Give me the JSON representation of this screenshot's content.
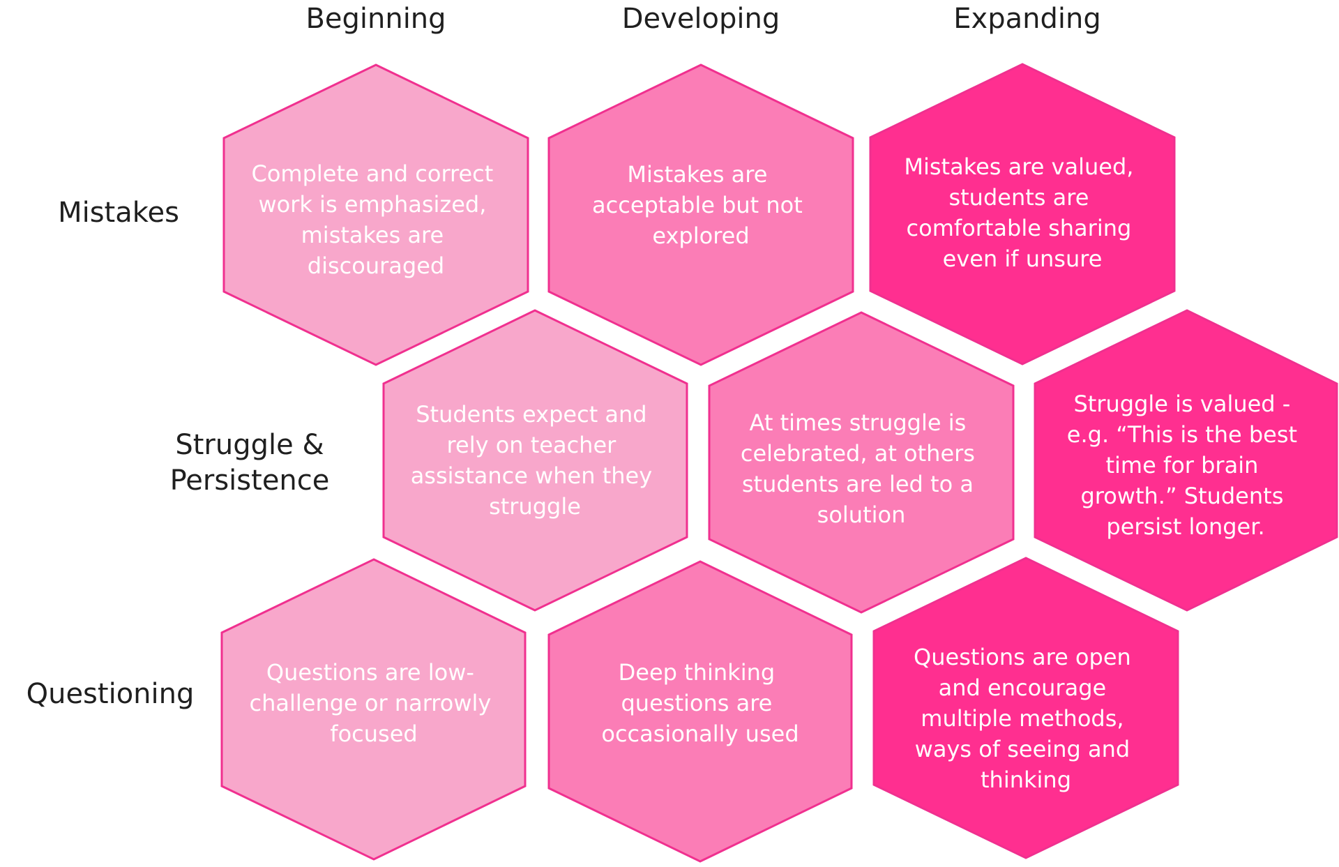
{
  "column_headers": [
    "Beginning",
    "Developing",
    "Expanding"
  ],
  "row_labels": [
    {
      "lines": [
        "Mistakes"
      ]
    },
    {
      "lines": [
        "Struggle &",
        "Persistence"
      ]
    },
    {
      "lines": [
        "Questioning"
      ]
    }
  ],
  "colors": {
    "beginning": "#f8a7cb",
    "developing": "#fb7db6",
    "expanding": "#ff2f90",
    "outline": "#f0308f",
    "label_text": "#1f1f1f",
    "hex_text": "#ffffff"
  },
  "cells": [
    {
      "row": "Mistakes",
      "level": "Beginning",
      "lines": [
        "Complete and correct",
        "work is emphasized,",
        "mistakes are",
        "discouraged"
      ]
    },
    {
      "row": "Mistakes",
      "level": "Developing",
      "lines": [
        "Mistakes are",
        "acceptable but not",
        "explored"
      ]
    },
    {
      "row": "Mistakes",
      "level": "Expanding",
      "lines": [
        "Mistakes are valued,",
        "students are",
        "comfortable sharing",
        "even if unsure"
      ]
    },
    {
      "row": "Struggle & Persistence",
      "level": "Beginning",
      "lines": [
        "Students expect and",
        "rely on teacher",
        "assistance when they",
        "struggle"
      ]
    },
    {
      "row": "Struggle & Persistence",
      "level": "Developing",
      "lines": [
        "At times struggle is",
        "celebrated, at others",
        "students are led to a",
        "solution"
      ]
    },
    {
      "row": "Struggle & Persistence",
      "level": "Expanding",
      "lines": [
        "Struggle is valued -",
        "e.g. “This is the best",
        "time for brain",
        "growth.” Students",
        "persist longer."
      ]
    },
    {
      "row": "Questioning",
      "level": "Beginning",
      "lines": [
        "Questions are low-",
        "challenge or narrowly",
        "focused"
      ]
    },
    {
      "row": "Questioning",
      "level": "Developing",
      "lines": [
        "Deep thinking",
        "questions are",
        "occasionally used"
      ]
    },
    {
      "row": "Questioning",
      "level": "Expanding",
      "lines": [
        "Questions are open",
        "and encourage",
        "multiple methods,",
        "ways of seeing and",
        "thinking"
      ]
    }
  ]
}
